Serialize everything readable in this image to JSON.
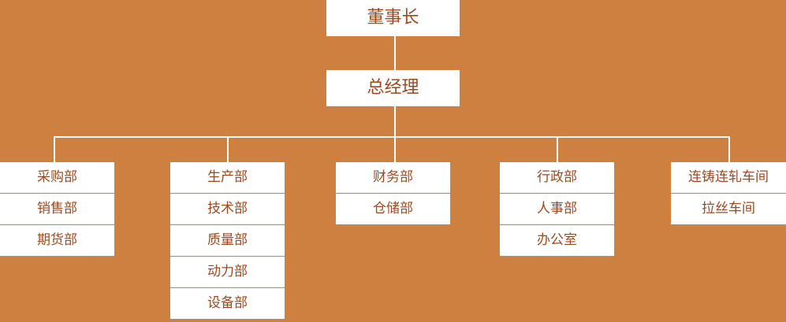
{
  "chairman": "董事长",
  "general_manager": "总经理",
  "departments": [
    {
      "items": [
        "采购部",
        "销售部",
        "期货部"
      ]
    },
    {
      "items": [
        "生产部",
        "技术部",
        "质量部",
        "动力部",
        "设备部"
      ]
    },
    {
      "items": [
        "财务部",
        "仓储部"
      ]
    },
    {
      "items": [
        "行政部",
        "人事部",
        "办公室"
      ]
    },
    {
      "items": [
        "连铸连轧车间",
        "拉丝车间"
      ]
    }
  ]
}
